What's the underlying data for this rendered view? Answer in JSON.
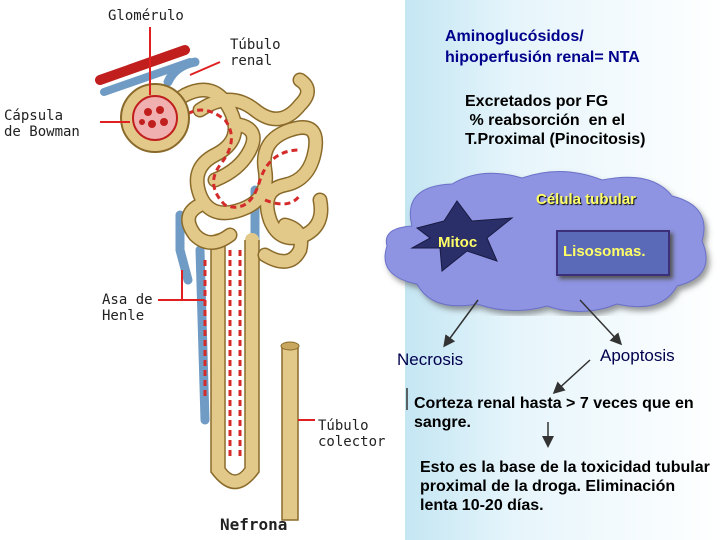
{
  "diagram": {
    "labels": {
      "glomerulo": "Glomérulo",
      "tubulo_renal": "Túbulo\nrenal",
      "capsula": "Cápsula\nde Bowman",
      "asa": "Asa de\nHenle",
      "tubulo_colector": "Túbulo\ncolector",
      "nefrona": "Nefrona"
    },
    "title": "Aminoglucósidos/\nhipoperfusión renal= NTA",
    "excretion": "Excretados por FG\n % reabsorción  en el\nT.Proximal (Pinocitosis)",
    "cell": {
      "title": "Célula tubular",
      "mitoc": "Mitoc",
      "lysosomes": "Lisosomas."
    },
    "outcomes": {
      "necrosis": "Necrosis",
      "apoptosis": "Apoptosis"
    },
    "cortex_note": "Corteza renal hasta > 7 veces  que en sangre.",
    "toxicity_note": "Esto es la base de la toxicidad tubular  proximal de la droga. Eliminación lenta 10-20 días.",
    "colors": {
      "tubule": "#e2c98a",
      "artery": "#d42a2a",
      "vein": "#6f9bc4",
      "cloud": "#8e94e2",
      "title": "#00008b"
    }
  }
}
